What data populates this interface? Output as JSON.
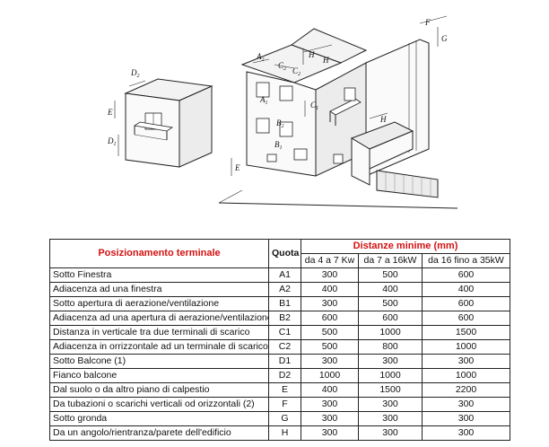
{
  "figure": {
    "labels": [
      "A1",
      "A2",
      "B1",
      "B2",
      "C1",
      "C2",
      "D1",
      "D2",
      "E",
      "F",
      "G",
      "H"
    ]
  },
  "table": {
    "header": {
      "position": "Posizionamento terminale",
      "quota": "Quota",
      "distances": "Distanze minime (mm)",
      "ranges": [
        "da 4 a 7 Kw",
        "da 7 a 16kW",
        "da 16 fino a 35kW"
      ]
    },
    "rows": [
      {
        "name": "Sotto Finestra",
        "quota": "A1",
        "v1": "300",
        "v2": "500",
        "v3": "600"
      },
      {
        "name": "Adiacenza ad una finestra",
        "quota": "A2",
        "v1": "400",
        "v2": "400",
        "v3": "400"
      },
      {
        "name": "Sotto apertura di aerazione/ventilazione",
        "quota": "B1",
        "v1": "300",
        "v2": "500",
        "v3": "600"
      },
      {
        "name": "Adiacenza ad una apertura di aerazione/ventilazione",
        "quota": "B2",
        "v1": "600",
        "v2": "600",
        "v3": "600"
      },
      {
        "name": "Distanza in verticale tra due terminali di scarico",
        "quota": "C1",
        "v1": "500",
        "v2": "1000",
        "v3": "1500"
      },
      {
        "name": "Adiacenza in orrizzontale ad un terminale di scarico",
        "quota": "C2",
        "v1": "500",
        "v2": "800",
        "v3": "1000"
      },
      {
        "name": "Sotto Balcone (1)",
        "quota": "D1",
        "v1": "300",
        "v2": "300",
        "v3": "300"
      },
      {
        "name": "Fianco balcone",
        "quota": "D2",
        "v1": "1000",
        "v2": "1000",
        "v3": "1000"
      },
      {
        "name": "Dal suolo o da altro piano di calpestio",
        "quota": "E",
        "v1": "400",
        "v2": "1500",
        "v3": "2200"
      },
      {
        "name": "Da tubazioni o scarichi verticali od orizzontali (2)",
        "quota": "F",
        "v1": "300",
        "v2": "300",
        "v3": "300"
      },
      {
        "name": "Sotto gronda",
        "quota": "G",
        "v1": "300",
        "v2": "300",
        "v3": "300"
      },
      {
        "name": " Da un angolo/rientranza/parete dell'edificio",
        "quota": "H",
        "v1": "300",
        "v2": "300",
        "v3": "300"
      }
    ]
  }
}
